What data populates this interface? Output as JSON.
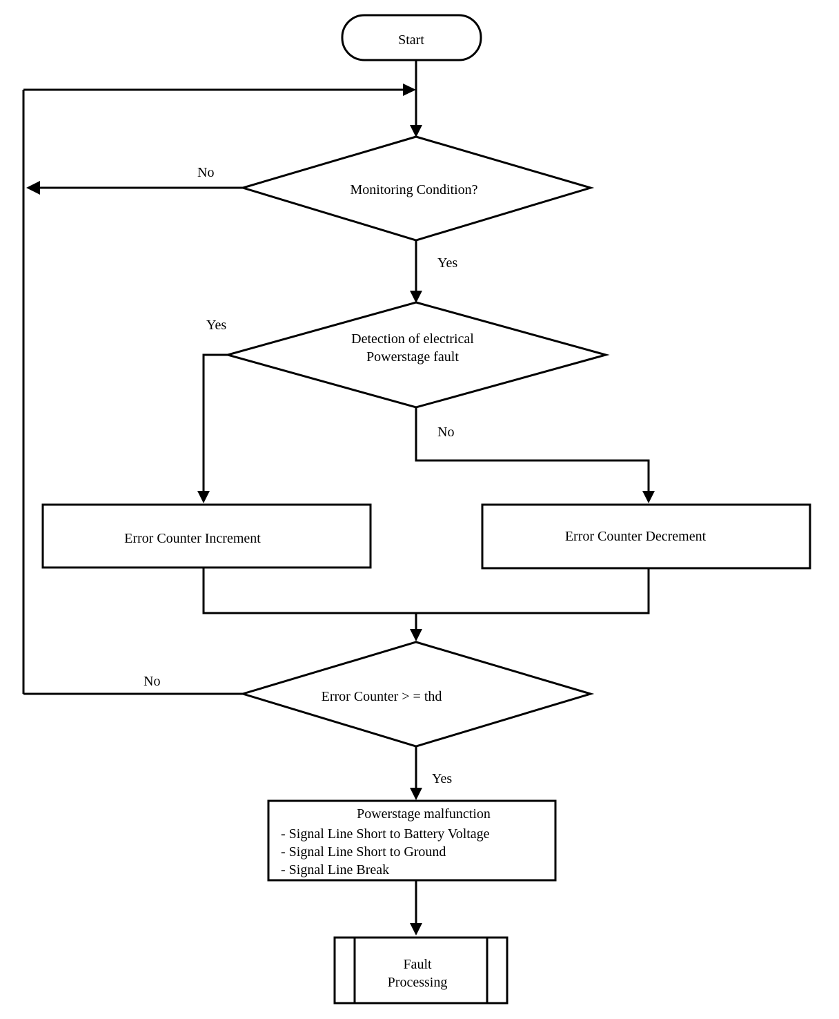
{
  "nodes": {
    "start": "Start",
    "monitoring": "Monitoring Condition?",
    "detection_line1": "Detection of electrical",
    "detection_line2": "Powerstage fault",
    "increment": "Error Counter Increment",
    "decrement": "Error Counter Decrement",
    "threshold": "Error Counter > = thd",
    "malfunction_title": "Powerstage malfunction",
    "malfunction_items": [
      "- Signal Line Short to Battery Voltage",
      "- Signal Line Short to Ground",
      "- Signal Line Break"
    ],
    "fault_line1": "Fault",
    "fault_line2": "Processing"
  },
  "edge_labels": {
    "monitoring_no": "No",
    "monitoring_yes": "Yes",
    "detection_yes": "Yes",
    "detection_no": "No",
    "threshold_no": "No",
    "threshold_yes": "Yes"
  }
}
